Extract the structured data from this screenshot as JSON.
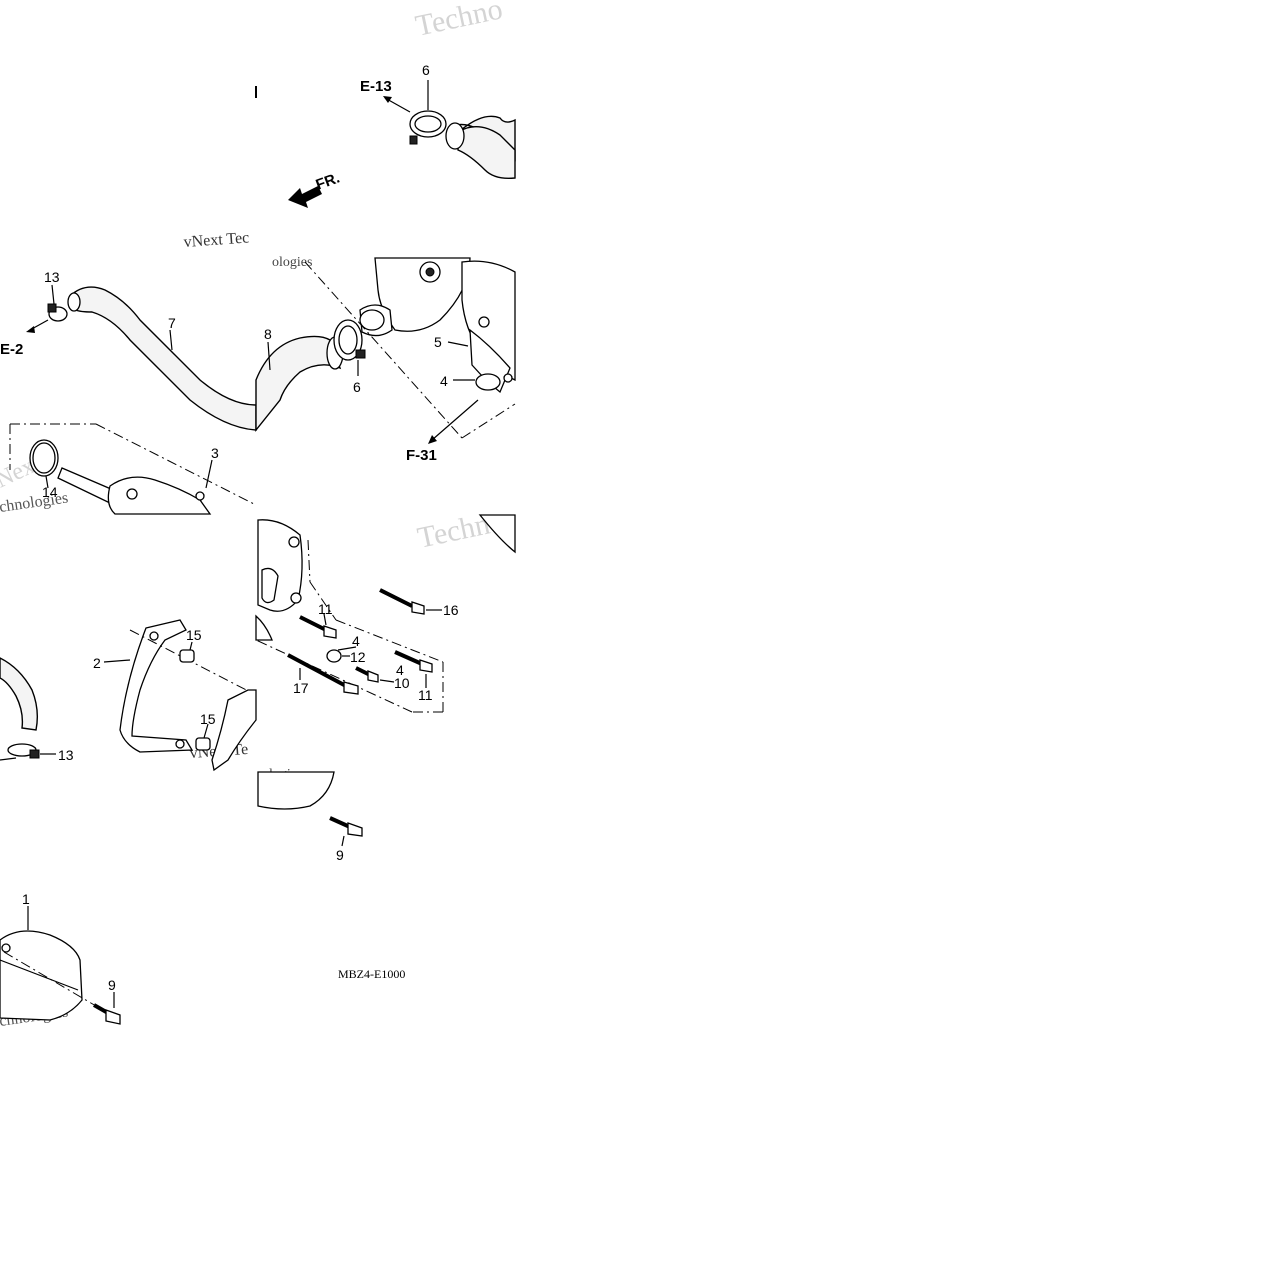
{
  "diagram": {
    "code": "MBZ4-E1000",
    "front_marker": "FR.",
    "refs": [
      "E-13",
      "E-2",
      "F-31"
    ],
    "watermarks": [
      "Techno",
      "vNext Tec",
      "ologies",
      "Next",
      "chnologies",
      "Techno",
      "vNext Te",
      "ologies",
      "ext",
      "chnologies"
    ],
    "part_numbers": {
      "p6a": "6",
      "p13a": "13",
      "p7": "7",
      "p8": "8",
      "p6b": "6",
      "p5": "5",
      "p4a": "4",
      "p3": "3",
      "p14": "14",
      "p16": "16",
      "p11a": "11",
      "p4b": "4",
      "p12": "12",
      "p4c": "4",
      "p17": "17",
      "p10": "10",
      "p11b": "11",
      "p15a": "15",
      "p2": "2",
      "p15b": "15",
      "p13b": "13",
      "p9a": "9",
      "p1": "1",
      "p9b": "9"
    }
  }
}
